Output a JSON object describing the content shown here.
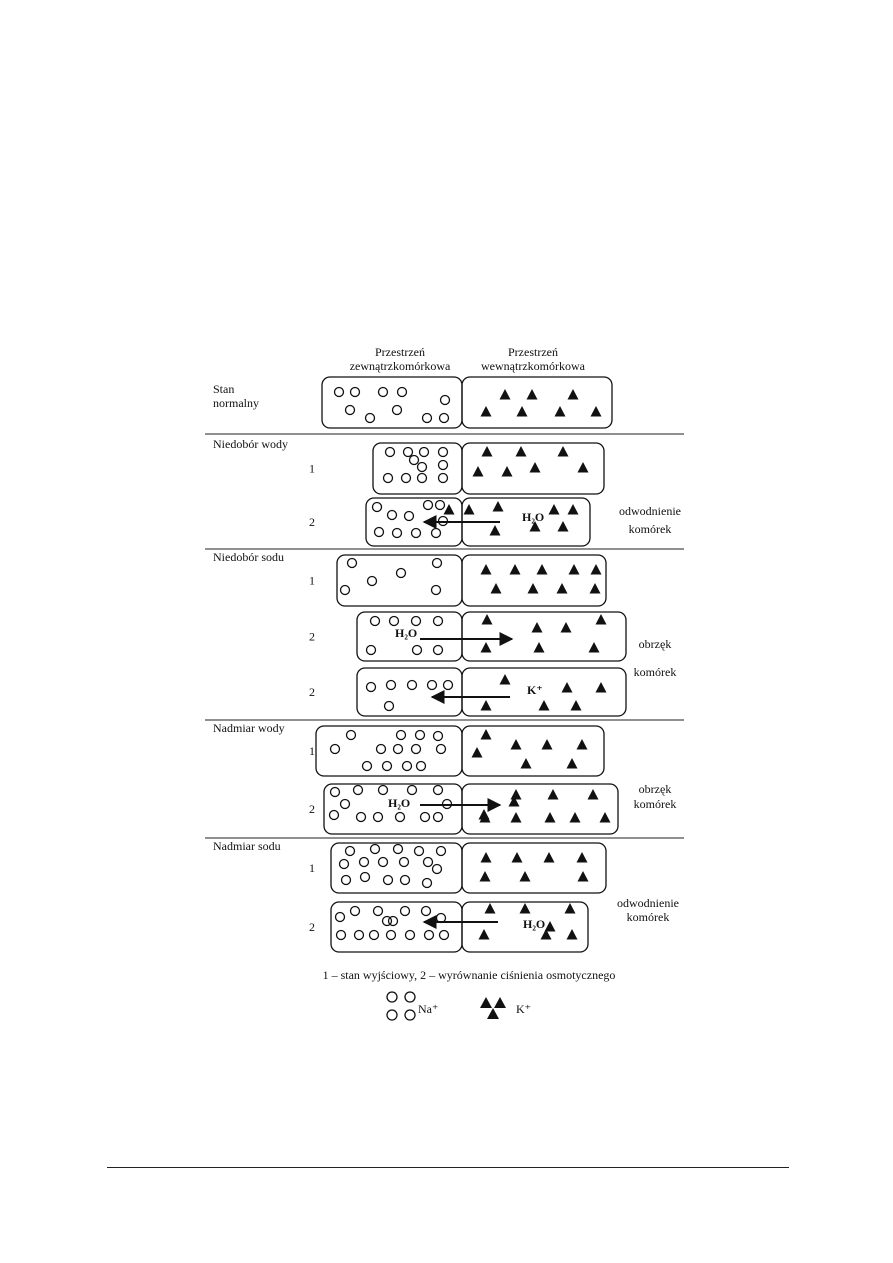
{
  "headers": {
    "extracellular": [
      "Przestrzeń",
      "zewnątrzkomórkowa"
    ],
    "intracellular": [
      "Przestrzeń",
      "wewnątrzkomórkowa"
    ]
  },
  "sections": [
    {
      "label_lines": [
        "Stan",
        "normalny"
      ]
    },
    {
      "label_lines": [
        "Niedobór wody"
      ]
    },
    {
      "label_lines": [
        "Niedobór sodu"
      ]
    },
    {
      "label_lines": [
        "Nadmiar wody"
      ]
    },
    {
      "label_lines": [
        "Nadmiar sodu"
      ]
    }
  ],
  "rows": [
    {
      "step": "",
      "arrow": "",
      "arrow_label": "",
      "note_lines": []
    },
    {
      "step": "1",
      "arrow": "",
      "arrow_label": "",
      "note_lines": []
    },
    {
      "step": "2",
      "arrow": "left",
      "arrow_label": "H₂O",
      "note_lines": [
        "odwodnienie",
        "komórek"
      ]
    },
    {
      "step": "1",
      "arrow": "",
      "arrow_label": "",
      "note_lines": []
    },
    {
      "step": "2",
      "arrow": "right",
      "arrow_label": "H₂O",
      "note_lines": [
        "obrzęk"
      ]
    },
    {
      "step": "2",
      "arrow": "left",
      "arrow_label": "K⁺",
      "note_lines": [
        "komórek"
      ]
    },
    {
      "step": "1",
      "arrow": "",
      "arrow_label": "",
      "note_lines": []
    },
    {
      "step": "2",
      "arrow": "right",
      "arrow_label": "H₂O",
      "note_lines": [
        "obrzęk",
        "komórek"
      ]
    },
    {
      "step": "1",
      "arrow": "",
      "arrow_label": "",
      "note_lines": []
    },
    {
      "step": "2",
      "arrow": "left",
      "arrow_label": "H₂O",
      "note_lines": [
        "odwodnienie",
        "komórek"
      ]
    }
  ],
  "caption": "1 – stan wyjściowy, 2 – wyrównanie ciśnienia osmotycznego",
  "legend": {
    "sodium_label": "Na⁺",
    "potassium_label": "K⁺"
  }
}
